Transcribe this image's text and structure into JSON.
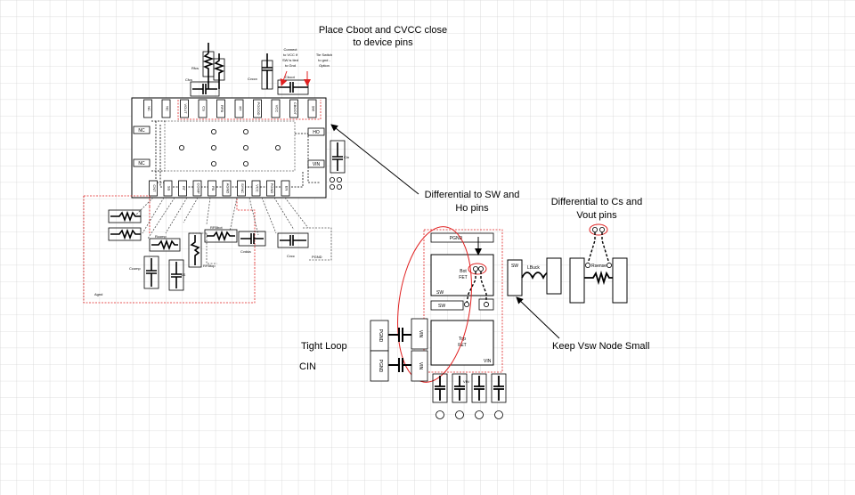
{
  "notes": {
    "place_caps": [
      "Place Cboot and CVCC close",
      "to device pins"
    ],
    "connect_vcc": [
      "Connect",
      "to VCC if",
      "SW is tied",
      "to Gnd"
    ],
    "tie_switch": [
      "Tie Switch",
      "to gnd -",
      "Option"
    ],
    "diff_sw": [
      "Differential to SW and",
      "Ho pins"
    ],
    "diff_cs": [
      "Differential to Cs and",
      "Vout pins"
    ],
    "keep_vsw": "Keep Vsw Node Small",
    "tight_loop": "Tight Loop",
    "cin": "CIN"
  },
  "ic": {
    "top_pins": [
      "NC",
      "NC",
      "VOUT",
      "CS",
      "RFB",
      "RT",
      "PGOOD",
      "VCC",
      "CBOOT",
      "SW"
    ],
    "bottom_pins": [
      "CNT",
      "SS",
      "RT",
      "COMP",
      "FB",
      "AGND",
      "SYNC",
      "VCC",
      "PGND",
      "EN"
    ],
    "left_pins": [
      "NC",
      "NC"
    ],
    "right_pins": [
      "HO",
      "VIN"
    ]
  },
  "components": {
    "rfcs": "Rfcs",
    "cfcs": "Cfcs",
    "cvccx": "Cvccx",
    "cboot": "Cboot",
    "cin_small": "Cin",
    "rcomp": "Rcomp",
    "ccomp": "Ccomp",
    "rfb_bot": "RFBbot",
    "rfb_top": "RFBtop",
    "cvdda": "Cvdda",
    "cvcc": "Cvcc",
    "pgnd": "PGND",
    "agnd": "Agnd",
    "ss": "SS"
  },
  "layout_blocks": {
    "pgnd_top": "PGND",
    "bot_fet": [
      "Bot",
      "FET"
    ],
    "sw_label": "SW",
    "sw_bar": "SW",
    "top_fet": [
      "Top",
      "FET"
    ],
    "vin_label": "VIN",
    "vin_caps": "VIN",
    "pgnd_side": [
      "PGND",
      "PGND"
    ],
    "vin_side": [
      "VIN",
      "VIN"
    ],
    "sw_block": "SW",
    "lbuck": "LBuck",
    "rsense": "Rsense"
  }
}
